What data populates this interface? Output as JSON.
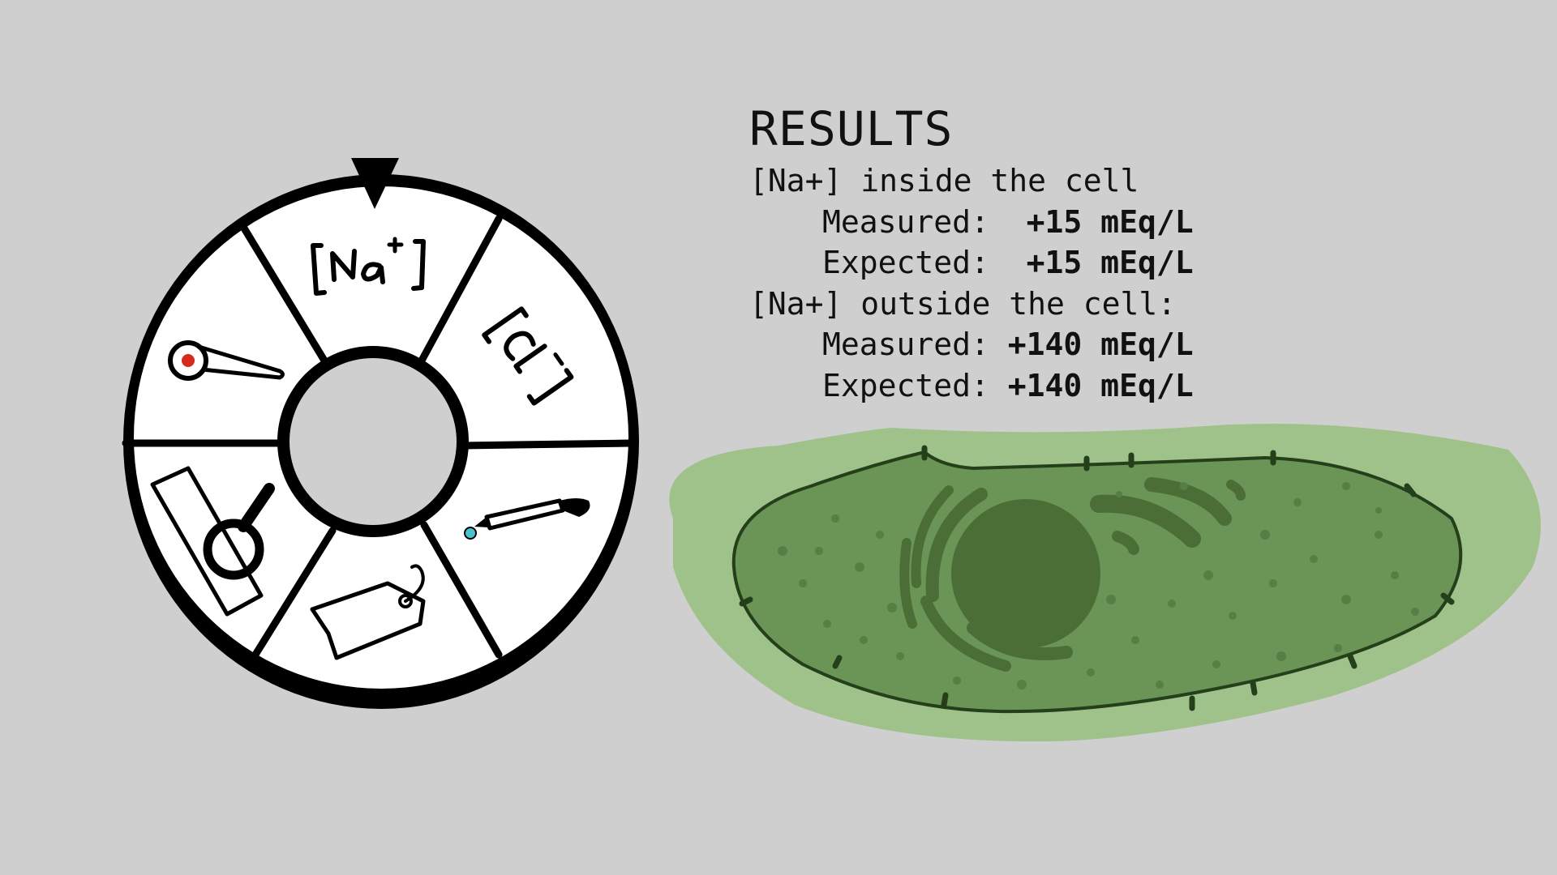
{
  "results": {
    "title": "RESULTS",
    "inside": {
      "label": "[Na+] inside the cell",
      "measured_label": "Measured:",
      "measured_value": " +15 mEq/L",
      "expected_label": "Expected:",
      "expected_value": " +15 mEq/L"
    },
    "outside": {
      "label": "[Na+] outside the cell:",
      "measured_label": "Measured:",
      "measured_value": "+140 mEq/L",
      "expected_label": "Expected:",
      "expected_value": "+140 mEq/L"
    }
  },
  "wheel": {
    "pointer_icon": "pointer-triangle",
    "segments": [
      {
        "id": "na",
        "label": "[Na⁺]",
        "icon": "sodium-label"
      },
      {
        "id": "cl",
        "label": "[Cl⁻]",
        "icon": "chloride-label"
      },
      {
        "id": "dropper",
        "icon": "dropper-icon"
      },
      {
        "id": "tag",
        "icon": "tag-icon"
      },
      {
        "id": "magnifier",
        "icon": "magnifier-slide-icon"
      },
      {
        "id": "thermometer",
        "icon": "thermometer-icon"
      }
    ]
  },
  "colors": {
    "background": "#cfcfcf",
    "cell_outer": "#9ec28a",
    "cell_inner": "#6b9457",
    "nucleus": "#4b6e37",
    "accent_red": "#d62a1e",
    "accent_cyan": "#49c4cf"
  }
}
